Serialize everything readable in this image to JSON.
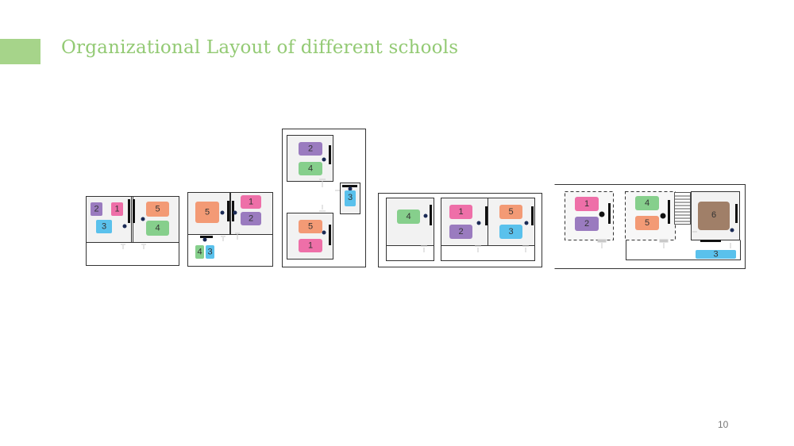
{
  "page": {
    "title": "Organizational Layout of different schools",
    "page_number": "10"
  },
  "colors": {
    "accent": "#a6d48a",
    "title": "#93ca74",
    "1": "#ee6fa8",
    "2": "#9a7bbf",
    "3": "#5ac1ec",
    "4": "#86cf8c",
    "5": "#f39a75",
    "6": "#a07f68",
    "room_fill": "#f2f2f2",
    "stroke": "#333333",
    "arrow": "#c8c8c8"
  },
  "layouts": [
    {
      "blocks": [
        {
          "label": "2",
          "color_key": "2"
        },
        {
          "label": "1",
          "color_key": "1"
        },
        {
          "label": "3",
          "color_key": "3"
        },
        {
          "label": "5",
          "color_key": "5"
        },
        {
          "label": "4",
          "color_key": "4"
        }
      ]
    },
    {
      "blocks": [
        {
          "label": "5",
          "color_key": "5"
        },
        {
          "label": "1",
          "color_key": "1"
        },
        {
          "label": "2",
          "color_key": "2"
        },
        {
          "label": "4",
          "color_key": "4"
        },
        {
          "label": "3",
          "color_key": "3"
        }
      ]
    },
    {
      "blocks": [
        {
          "label": "2",
          "color_key": "2"
        },
        {
          "label": "4",
          "color_key": "4"
        },
        {
          "label": "3",
          "color_key": "3"
        },
        {
          "label": "5",
          "color_key": "5"
        },
        {
          "label": "1",
          "color_key": "1"
        }
      ]
    },
    {
      "blocks": [
        {
          "label": "4",
          "color_key": "4"
        },
        {
          "label": "1",
          "color_key": "1"
        },
        {
          "label": "2",
          "color_key": "2"
        },
        {
          "label": "5",
          "color_key": "5"
        },
        {
          "label": "3",
          "color_key": "3"
        }
      ]
    },
    {
      "blocks": [
        {
          "label": "1",
          "color_key": "1"
        },
        {
          "label": "2",
          "color_key": "2"
        },
        {
          "label": "4",
          "color_key": "4"
        },
        {
          "label": "5",
          "color_key": "5"
        },
        {
          "label": "6",
          "color_key": "6"
        },
        {
          "label": "3",
          "color_key": "3"
        }
      ]
    }
  ]
}
